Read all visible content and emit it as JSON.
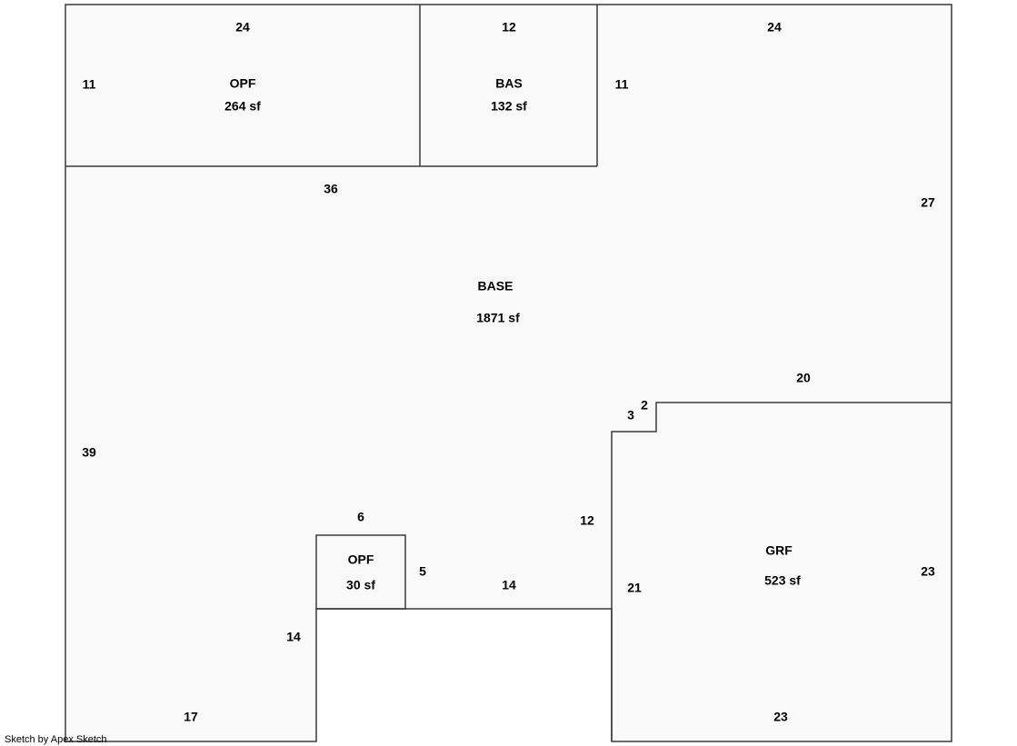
{
  "credit": "Sketch by Apex Sketch",
  "areas": {
    "opf_top": {
      "name": "OPF",
      "area": "264 sf"
    },
    "bas": {
      "name": "BAS",
      "area": "132 sf"
    },
    "base": {
      "name": "BASE",
      "area": "1871 sf"
    },
    "opf_small": {
      "name": "OPF",
      "area": "30 sf"
    },
    "grf": {
      "name": "GRF",
      "area": "523 sf"
    }
  },
  "dimensions": {
    "opf_top_width": "24",
    "opf_top_height": "11",
    "bas_width": "12",
    "bas_height_right": "11",
    "top_right_width": "24",
    "base_inner_width": "36",
    "right_height": "27",
    "grf_top": "20",
    "step_vertical": "2",
    "step_horizontal": "3",
    "left_height": "39",
    "opf_small_width": "6",
    "opf_small_height": "5",
    "notch_width": "14",
    "notch_height": "12",
    "notch_left_height": "14",
    "bottom_left": "17",
    "grf_left": "21",
    "grf_right": "23",
    "grf_bottom": "23"
  },
  "colors": {
    "fill": "#f9f9f9",
    "stroke": "#3a3a3a"
  }
}
